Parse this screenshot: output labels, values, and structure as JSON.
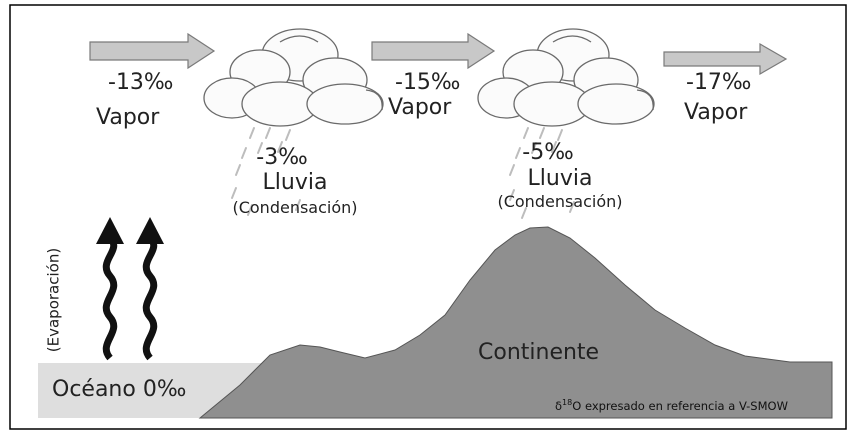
{
  "diagram": {
    "segments": [
      {
        "vapor_value": "-13‰",
        "vapor_label": "Vapor"
      },
      {
        "vapor_value": "-15‰",
        "vapor_label": "Vapor"
      },
      {
        "vapor_value": "-17‰",
        "vapor_label": "Vapor"
      }
    ],
    "clouds": [
      {
        "rain_value": "-3‰",
        "rain_label": "Lluvia",
        "rain_sub": "(Condensación)"
      },
      {
        "rain_value": "-5‰",
        "rain_label": "Lluvia",
        "rain_sub": "(Condensación)"
      }
    ],
    "evaporation_label": "(Evaporación)",
    "ocean_label": "Océano 0‰",
    "continent_label": "Continente",
    "reference_note": {
      "prefix": "δ",
      "superscript": "18",
      "text": "O expresado en referencia a V-SMOW"
    },
    "colors": {
      "arrow_fill": "#c8c8c8",
      "arrow_stroke": "#7a7a7a",
      "land": "#8f8f8f",
      "ocean": "#dedede",
      "border": "#000000"
    }
  }
}
